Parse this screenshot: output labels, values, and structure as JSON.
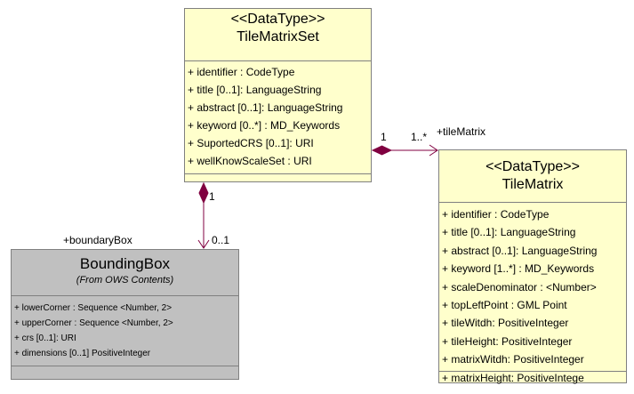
{
  "tile_matrix_set": {
    "stereotype": "<<DataType>>",
    "name": "TileMatrixSet",
    "attributes": [
      "+ identifier : CodeType",
      "+ title [0..1]: LanguageString",
      "+ abstract [0..1]: LanguageString",
      "+ keyword [0..*] : MD_Keywords",
      "+ SuportedCRS [0..1]: URI",
      "+ wellKnowScaleSet : URI"
    ]
  },
  "tile_matrix": {
    "stereotype": "<<DataType>>",
    "name": "TileMatrix",
    "attributes": [
      "+ identifier : CodeType",
      "+ title [0..1]: LanguageString",
      "+ abstract [0..1]: LanguageString",
      "+ keyword [1..*] : MD_Keywords",
      "+ scaleDenominator : <Number>",
      "+ topLeftPoint : GML Point",
      "+ tileWitdh: PositiveInteger",
      "+ tileHeight: PositiveInteger",
      "+ matrixWitdh: PositiveInteger",
      "+ matrixHeight: PositiveIntege"
    ]
  },
  "bounding_box": {
    "name": "BoundingBox",
    "subtitle": "(From OWS Contents)",
    "attributes": [
      "+ lowerCorner : Sequence <Number, 2>",
      "+ upperCorner : Sequence <Number, 2>",
      "+ crs [0..1]: URI",
      "+ dimensions [0..1] PositiveInteger"
    ]
  },
  "associations": {
    "tile_matrix": {
      "role": "+tileMatrix",
      "source_multiplicity": "1",
      "target_multiplicity": "1..*"
    },
    "bounding_box": {
      "role": "+boundaryBox",
      "source_multiplicity": "1",
      "target_multiplicity": "0..1"
    }
  },
  "colors": {
    "class_fill": "#ffffcc",
    "external_class_fill": "#c0c0c0",
    "border": "#808080",
    "connector": "#800040"
  }
}
